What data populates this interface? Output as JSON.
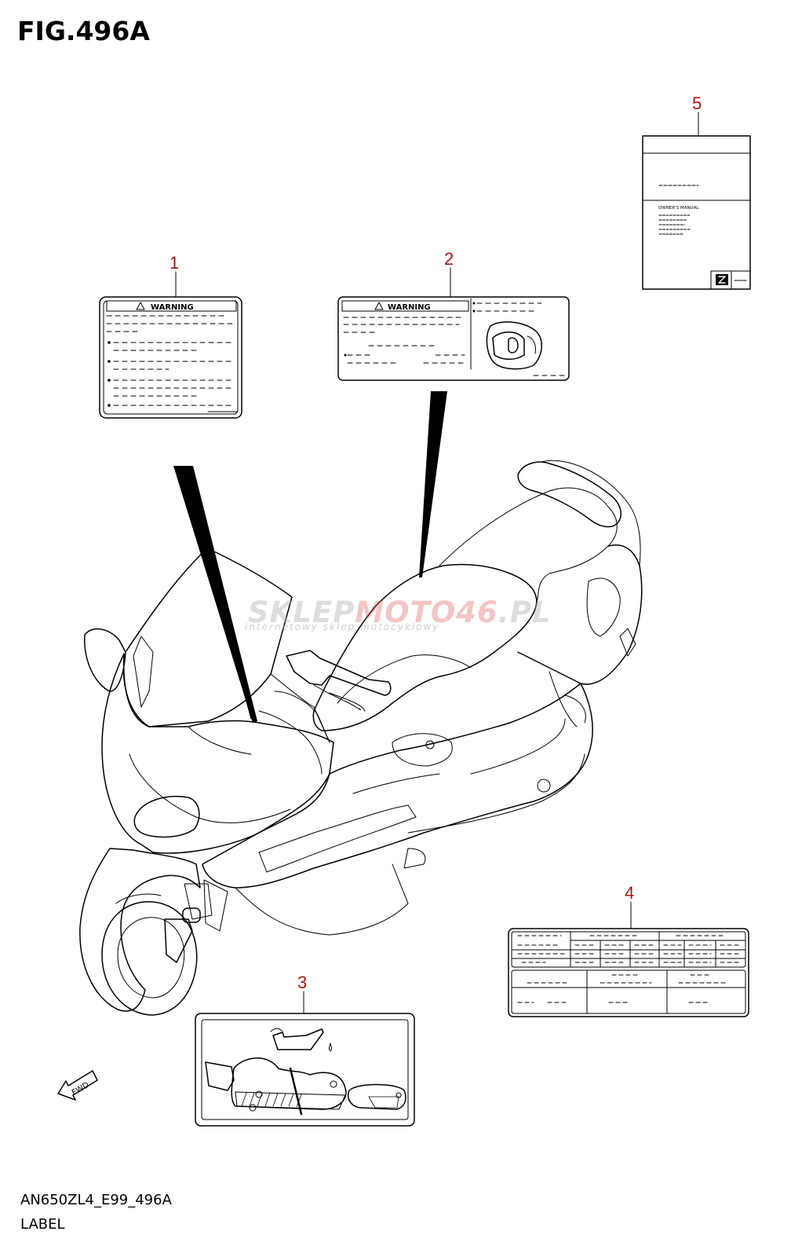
{
  "figure": {
    "title": "FIG.496A",
    "code": "AN650ZL4_E99_496A",
    "name": "LABEL"
  },
  "callouts": [
    "1",
    "2",
    "3",
    "4",
    "5"
  ],
  "labels": {
    "warning_text": "WARNING",
    "manual_text": "OWNER'S MANUAL"
  },
  "fwd_text": "FWD",
  "watermark": {
    "part1": "SKLEP",
    "part2": "MOTO46",
    "part3": ".PL",
    "sub": "internetowy sklep motocyklowy"
  },
  "colors": {
    "callout": "#a01818",
    "line": "#000000"
  }
}
